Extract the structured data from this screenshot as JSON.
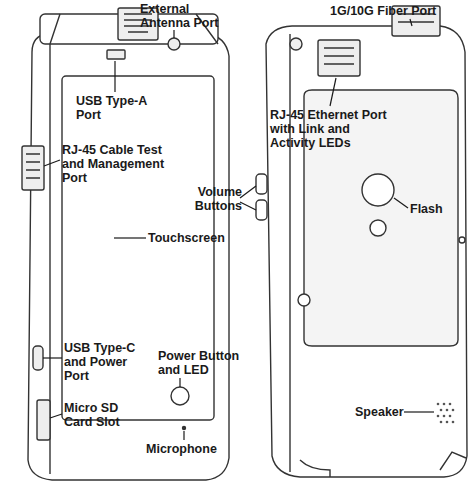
{
  "diagram": {
    "labels": [
      "External Antenna Port",
      "USB Type-A Port",
      "RJ-45 Cable Test and Management Port",
      "Touchscreen",
      "USB Type-C and Power Port",
      "Power Button and LED",
      "Micro SD Card Slot",
      "Microphone",
      "1G/10G Fiber Port",
      "RJ-45 Ethernet Port with Link and Activity LEDs",
      "Volume Buttons",
      "Flash",
      "Speaker"
    ]
  }
}
